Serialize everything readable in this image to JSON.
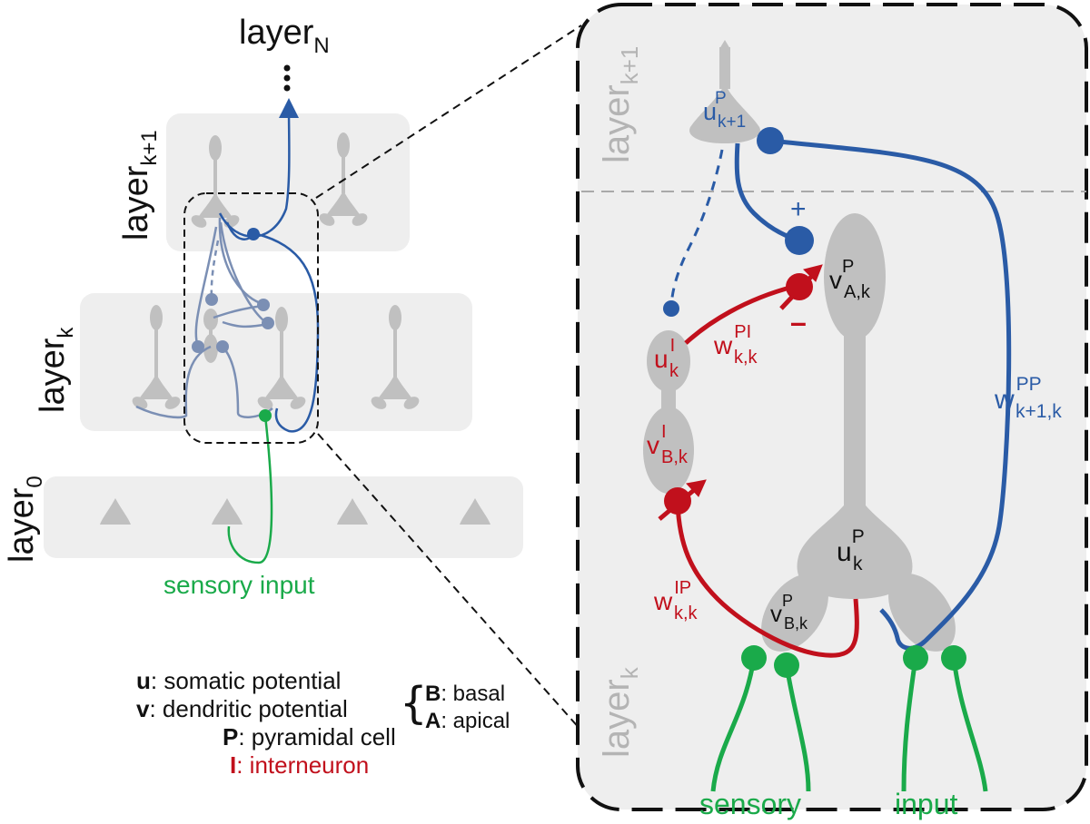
{
  "left_panel": {
    "layer_N": {
      "base": "layer",
      "sub": "N"
    },
    "layer_k1": {
      "base": "layer",
      "sub": "k+1"
    },
    "layer_k": {
      "base": "layer",
      "sub": "k"
    },
    "layer_0": {
      "base": "layer",
      "sub": "0"
    },
    "continuation": "⋮",
    "sensory_input": "sensory input"
  },
  "right_panel": {
    "layer_k1": {
      "base": "layer",
      "sub": "k+1"
    },
    "layer_k": {
      "base": "layer",
      "sub": "k"
    },
    "u_k1_P": {
      "base": "u",
      "sup": "P",
      "sub": "k+1"
    },
    "v_Ak_P": {
      "base": "v",
      "sup": "P",
      "sub": "A,k"
    },
    "u_k_I": {
      "base": "u",
      "sup": "I",
      "sub": "k"
    },
    "v_Bk_I": {
      "base": "v",
      "sup": "I",
      "sub": "B,k"
    },
    "u_k_P": {
      "base": "u",
      "sup": "P",
      "sub": "k"
    },
    "v_Bk_P": {
      "base": "v",
      "sup": "P",
      "sub": "B,k"
    },
    "w_PI": {
      "base": "w",
      "sup": "PI",
      "sub": "k,k"
    },
    "w_IP": {
      "base": "w",
      "sup": "IP",
      "sub": "k,k"
    },
    "w_PP": {
      "base": "w",
      "sup": "PP",
      "sub": "k+1,k"
    },
    "plus": "+",
    "minus": "–",
    "sensory": "sensory",
    "input": "input"
  },
  "legend": {
    "u_key": "u",
    "u_text": ": somatic potential",
    "v_key": "v",
    "v_text": ": dendritic potential",
    "brace": "{",
    "B_key": "B",
    "B_text": ": basal",
    "A_key": "A",
    "A_text": ": apical",
    "P_key": "P",
    "P_text": ": pyramidal cell",
    "I_key": "I",
    "I_text": ": interneuron"
  },
  "colors": {
    "blue": "#2a5ba6",
    "blue_light": "#7b8fb4",
    "red": "#c1101c",
    "green": "#1aaa4a",
    "gray_cell": "#c0c0c0",
    "gray_panel": "#eeeeee",
    "gray_text": "#b4b4b4"
  }
}
